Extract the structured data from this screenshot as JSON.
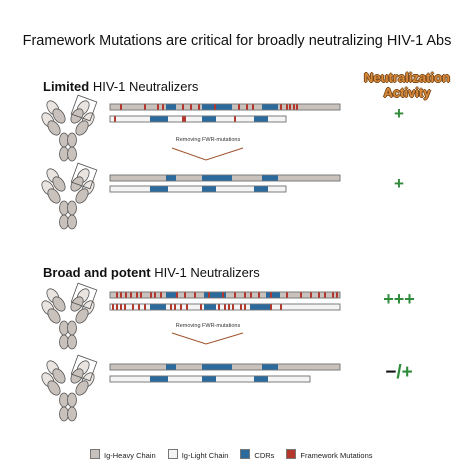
{
  "title": "Framework Mutations are critical for broadly neutralizing HIV-1 Abs",
  "column_header": {
    "line1": "Neutralization",
    "line2": "Activity"
  },
  "sections": [
    {
      "bold": "Limited",
      "rest": " HIV-1 Neutralizers"
    },
    {
      "bold": "Broad and potent",
      "rest": " HIV-1 Neutralizers"
    }
  ],
  "arrow_label": "Removing FWR-mutations",
  "activity": {
    "limited_mutated": "+",
    "limited_reverted": "+",
    "broad_mutated": "+++",
    "broad_reverted_minus": "−",
    "broad_reverted_rest": "/+"
  },
  "legend": {
    "heavy": "Ig-Heavy Chain",
    "light": "Ig-Light Chain",
    "cdr": "CDRs",
    "fwm": "Framework Mutations"
  },
  "colors": {
    "heavy": "#c9c1bb",
    "light": "#f4f4f4",
    "cdr": "#2a6a9c",
    "framework_mutation": "#b5372b",
    "activity_plus": "#2e8b3a",
    "column_header": "#d98a3a",
    "antibody": "#c9c1bb"
  }
}
